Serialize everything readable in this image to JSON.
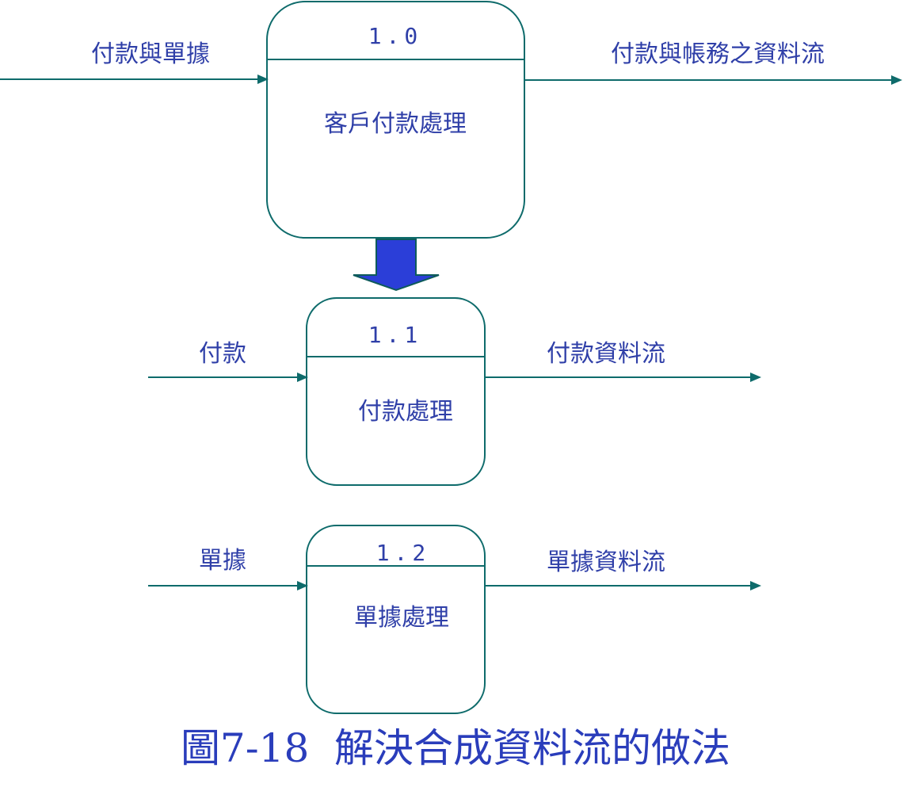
{
  "process_main": {
    "number": "1.0",
    "name": "客戶付款處理"
  },
  "process_sub1": {
    "number": "1.1",
    "name": "付款處理"
  },
  "process_sub2": {
    "number": "1.2",
    "name": "單據處理"
  },
  "flows": {
    "main_in": "付款與單據",
    "main_out": "付款與帳務之資料流",
    "sub1_in": "付款",
    "sub1_out": "付款資料流",
    "sub2_in": "單據",
    "sub2_out": "單據資料流"
  },
  "caption": "圖7-18  解決合成資料流的做法",
  "colors": {
    "border": "#0e6b6b",
    "text": "#2f3fa8",
    "big_arrow_fill": "#2b3ed8",
    "big_arrow_stroke": "#0e5b5b"
  }
}
